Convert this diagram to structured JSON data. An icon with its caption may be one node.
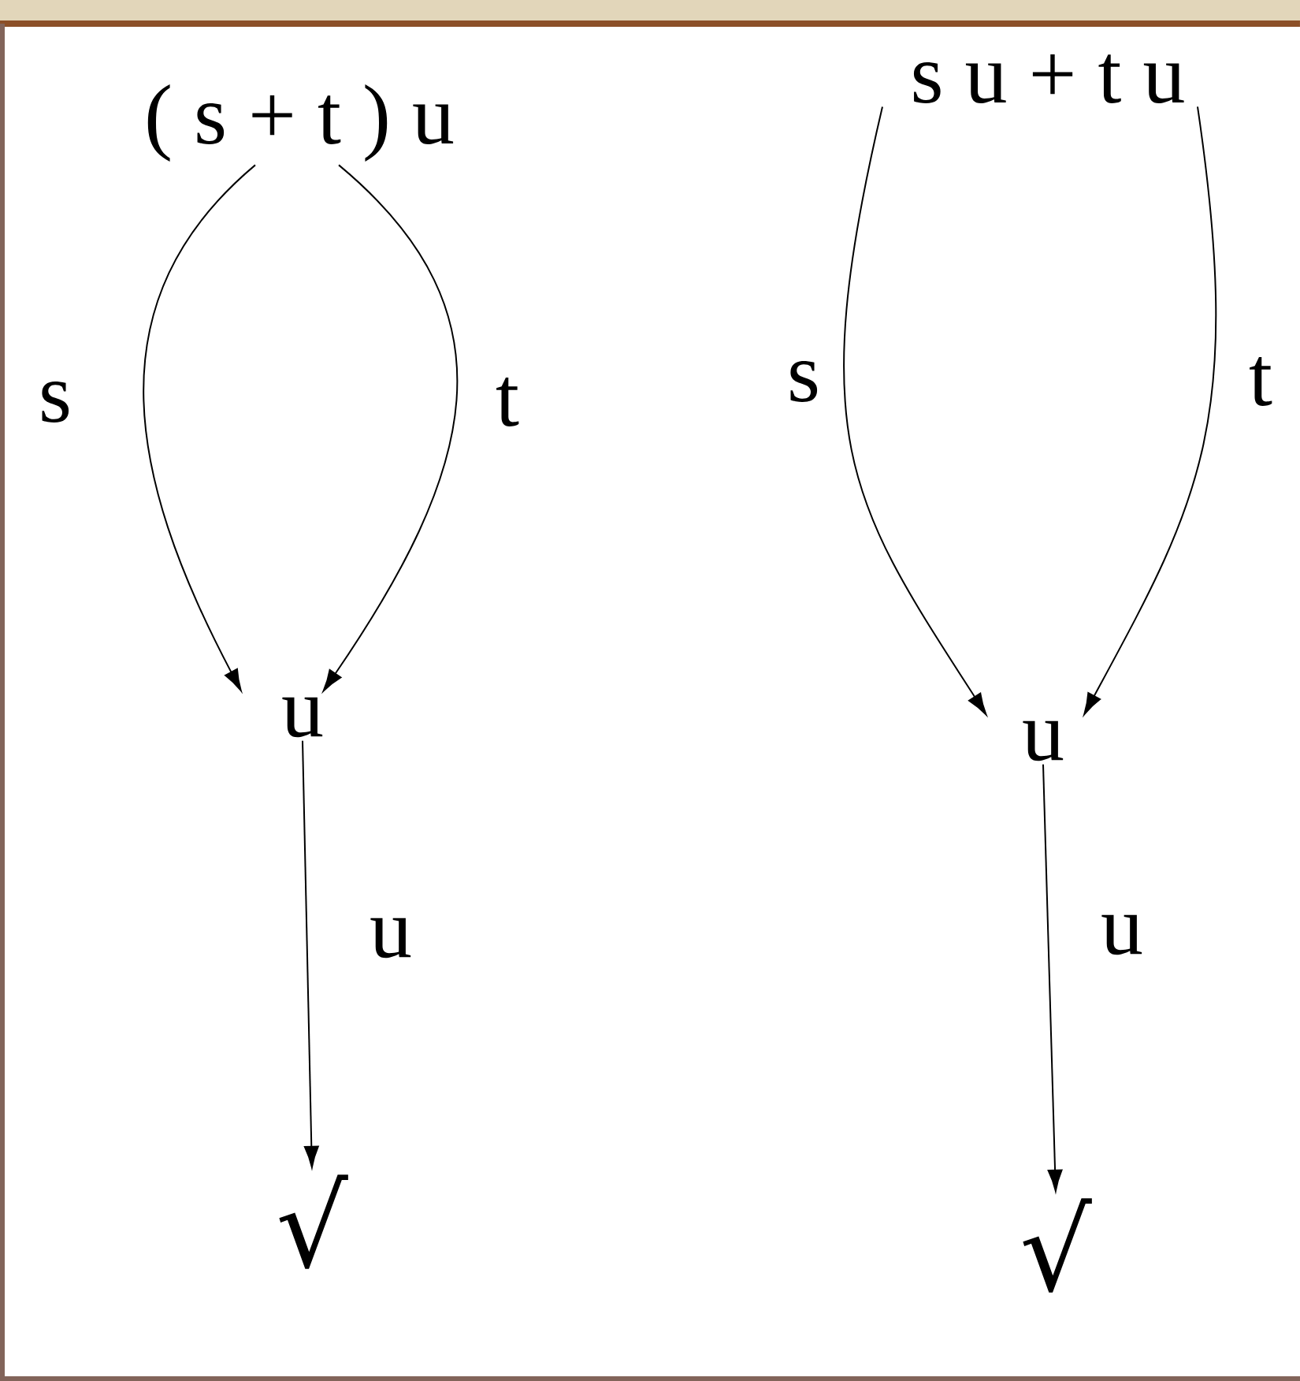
{
  "diagram": {
    "nodes": [
      {
        "text": [
          "( s + t ) u"
        ]
      },
      {
        "text": [
          "u"
        ]
      },
      {
        "text": [
          "√"
        ]
      },
      {
        "text": [
          "s u + t u"
        ]
      },
      {
        "text": [
          "u"
        ]
      },
      {
        "text": [
          "√"
        ]
      }
    ],
    "edges": [
      {
        "from": 0,
        "to": 1,
        "arrow": "to",
        "label": "s"
      },
      {
        "from": 0,
        "to": 1,
        "arrow": "to",
        "label": "t"
      },
      {
        "from": 1,
        "to": 2,
        "arrow": "to",
        "label": "u"
      },
      {
        "from": 3,
        "to": 4,
        "arrow": "to",
        "label": "s"
      },
      {
        "from": 3,
        "to": 4,
        "arrow": "to",
        "label": "t"
      },
      {
        "from": 4,
        "to": 5,
        "arrow": "to",
        "label": "u"
      }
    ]
  }
}
